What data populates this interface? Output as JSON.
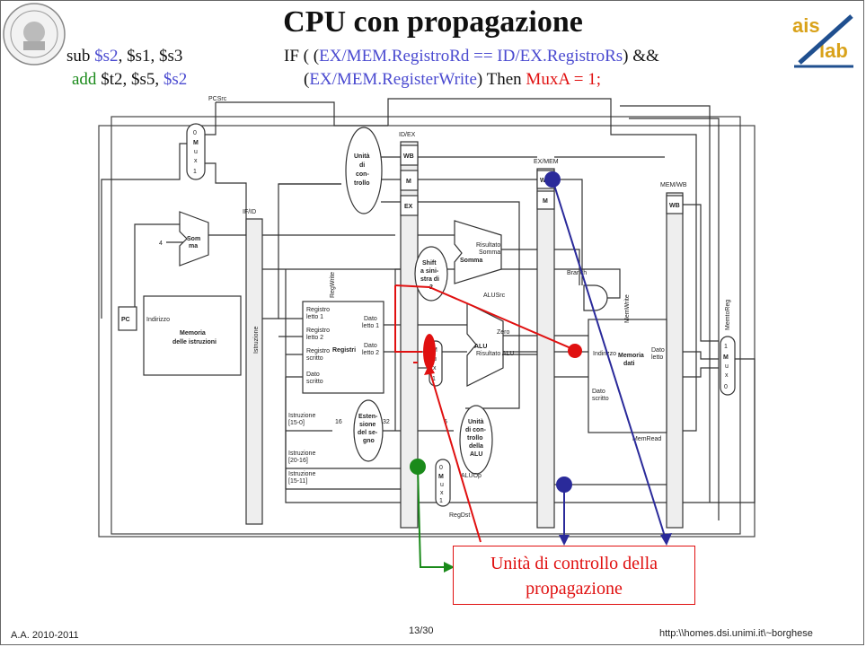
{
  "slide": {
    "title": "CPU con propagazione",
    "code_line1": {
      "op": "sub",
      "args": [
        "$s2",
        ", $s1, $s3"
      ]
    },
    "code_line2": {
      "op": "add",
      "args": [
        "$t2, $s5, ",
        "$s2"
      ]
    },
    "condition_line1": {
      "prefix": "IF ( (",
      "expr": "EX/MEM.RegistroRd == ID/EX.RegistroRs",
      "suffix": ") &&"
    },
    "condition_line2": {
      "prefix": "(",
      "expr": "EX/MEM.RegisterWrite",
      "mid": ")  Then ",
      "action": "MuxA = 1;"
    },
    "callout_line1": "Unità di controllo della",
    "callout_line2": "propagazione",
    "footer_left": "A.A. 2010-2011",
    "footer_center": "13/30",
    "footer_right": "http:\\\\homes.dsi.unimi.it\\~borghese"
  },
  "diagram": {
    "labels": {
      "pcsrc": "PCSrc",
      "mux": [
        "0",
        "M",
        "u",
        "x",
        "1"
      ],
      "adder": [
        "Som",
        "ma"
      ],
      "four": "4",
      "ifid": "IF/ID",
      "idex": "ID/EX",
      "exmem": "EX/MEM",
      "memwb": "MEM/WB",
      "wb": "WB",
      "m": "M",
      "ex": "EX",
      "control_unit": [
        "Unità",
        "di",
        "con-",
        "trollo"
      ],
      "pc": "PC",
      "indirizzo": "Indirizzo",
      "instr_mem": [
        "Memoria",
        "delle istruzioni"
      ],
      "istruzione": "Istruzione",
      "regwrite": "RegWrite",
      "registri": "Registri",
      "reg_inputs": [
        "Registro",
        "letto 1",
        "Registro",
        "letto 2",
        "Registro",
        "scritto",
        "Dato",
        "scritto"
      ],
      "reg_outputs": [
        "Dato",
        "letto 1",
        "Dato",
        "letto 2"
      ],
      "shift": [
        "Shift",
        "a sini-",
        "stra di",
        "2"
      ],
      "alu_adder": [
        "Risultato",
        "Somma"
      ],
      "somma": "Somma",
      "alusrc": "ALUSrc",
      "alu": "ALU",
      "zero": "Zero",
      "risultato_alu": "Risultato ALU",
      "branch": "Branch",
      "memwrite": "MemWrite",
      "data_mem": [
        "Memoria",
        "dati"
      ],
      "dato_letto": [
        "Dato",
        "letto"
      ],
      "dato_scritto": [
        "Dato",
        "scritto"
      ],
      "memread": "MemRead",
      "memtoreg": "MemtoReg",
      "sign_ext": [
        "Esten-",
        "sione",
        "del se-",
        "gno"
      ],
      "sixteen": "16",
      "thirtytwo": "32",
      "six": "6",
      "alu_control": [
        "Unità",
        "di con-",
        "trollo",
        "della",
        "ALU"
      ],
      "aluop": "ALUOp",
      "regdst": "RegDst",
      "instr_15_0": [
        "Istruzione",
        "[15-0]"
      ],
      "instr_20_16": [
        "Istruzione",
        "[20-16]"
      ],
      "instr_15_11": [
        "Istruzione",
        "[15-11]"
      ]
    }
  },
  "colors": {
    "blue": "#4a4ad0",
    "green": "#1a8a1a",
    "red": "#e01010",
    "navy": "#2a2a9a"
  }
}
